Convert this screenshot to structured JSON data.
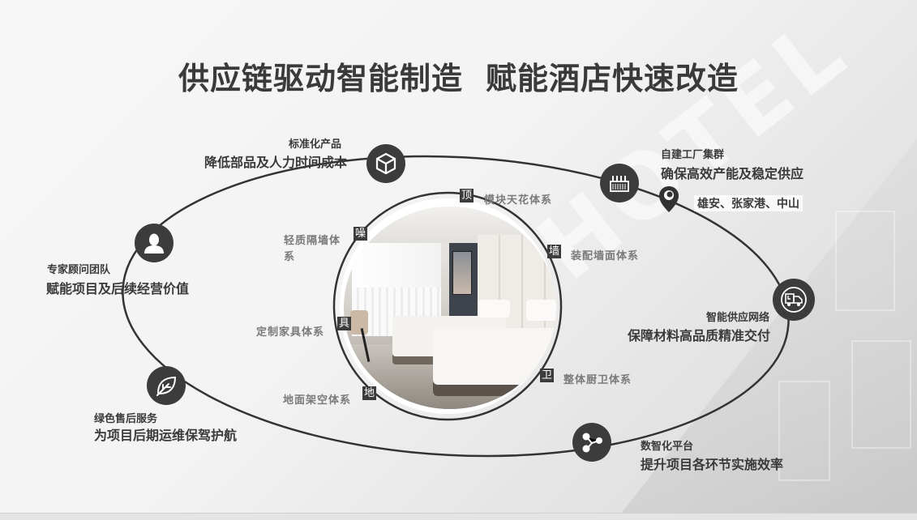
{
  "title": {
    "part1": "供应链驱动智能制造",
    "part2": "赋能酒店快速改造"
  },
  "background": {
    "watermark_text": "HOTEL"
  },
  "outer_nodes": [
    {
      "id": "standard-product",
      "icon": "cube-icon",
      "subtitle": "标准化产品",
      "headline": "降低部品及人力时间成本"
    },
    {
      "id": "factory-cluster",
      "icon": "factory-icon",
      "subtitle": "自建工厂集群",
      "headline": "确保高效产能及稳定供应",
      "location_icon": "map-pin-icon",
      "locations": "雄安、张家港、中山"
    },
    {
      "id": "expert-team",
      "icon": "user-icon",
      "subtitle": "专家顾问团队",
      "headline": "赋能项目及后续经营价值"
    },
    {
      "id": "supply-network",
      "icon": "delivery-truck-icon",
      "subtitle": "智能供应网络",
      "headline": "保障材料高品质精准交付"
    },
    {
      "id": "after-sales",
      "icon": "leaf-icon",
      "subtitle": "绿色售后服务",
      "headline": "为项目后期运维保驾护航"
    },
    {
      "id": "digital-platform",
      "icon": "share-network-icon",
      "subtitle": "数智化平台",
      "headline": "提升项目各环节实施效率"
    }
  ],
  "inner_systems": [
    {
      "tag": "顶",
      "label": "模块天花体系"
    },
    {
      "tag": "噪",
      "label_line1": "轻质隔墙体",
      "label_line2": "系"
    },
    {
      "tag": "墙",
      "label": "装配墙面体系"
    },
    {
      "tag": "具",
      "label": "定制家具体系"
    },
    {
      "tag": "卫",
      "label": "整体厨卫体系"
    },
    {
      "tag": "地",
      "label": "地面架空体系"
    }
  ],
  "colors": {
    "node_fill": "#3c3c3c",
    "text_dark": "#3a3a3a",
    "text_gray": "#7a7a7a",
    "orbit_line": "#333333"
  }
}
